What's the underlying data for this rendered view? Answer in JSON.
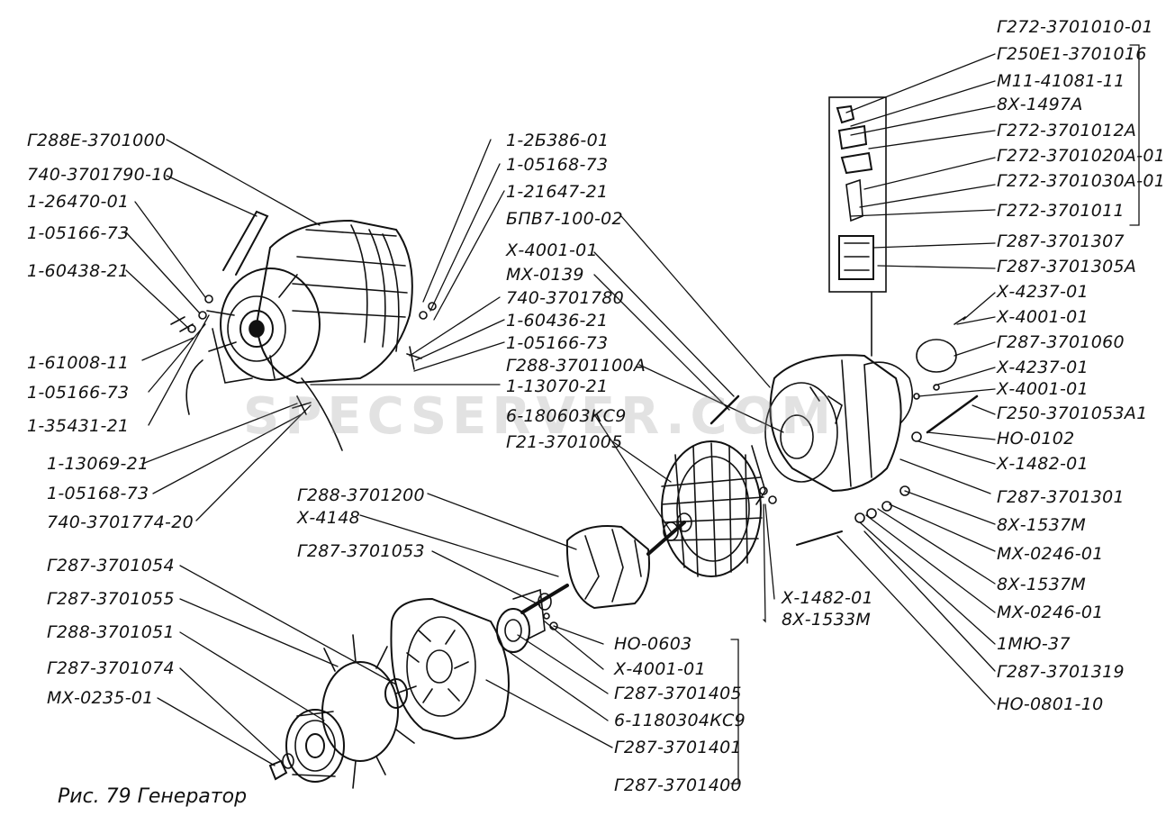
{
  "caption": "Рис. 79 Генератор",
  "watermark": "SPECSERVER.COM",
  "labels": {
    "l01": "Г288Е-3701000",
    "l02": "740-3701790-10",
    "l03": "1-26470-01",
    "l04": "1-05166-73",
    "l05": "1-60438-21",
    "l06": "1-61008-11",
    "l07": "1-05166-73",
    "l08": "1-35431-21",
    "l09": "1-13069-21",
    "l10": "1-05168-73",
    "l11": "740-3701774-20",
    "l12": "1-2Б386-01",
    "l13": "1-05168-73",
    "l14": "1-21647-21",
    "l15": "БПВ7-100-02",
    "l16": "Х-4001-01",
    "l17": "МХ-0139",
    "l18": "740-3701780",
    "l19": "1-60436-21",
    "l20": "1-05166-73",
    "l21": "Г288-3701100А",
    "l22": "1-13070-21",
    "l23": "6-180603КС9",
    "l24": "Г21-3701005",
    "l25": "Г288-3701200",
    "l26": "Х-4148",
    "l27": "Г287-3701053",
    "l28": "Г287-3701054",
    "l29": "Г287-3701055",
    "l30": "Г288-3701051",
    "l31": "Г287-3701074",
    "l32": "МХ-0235-01",
    "l33": "НО-0603",
    "l34": "Х-4001-01",
    "l35": "Г287-3701405",
    "l36": "6-1180304КС9",
    "l37": "Г287-3701401",
    "l38": "Г287-3701400",
    "l39": "Х-1482-01",
    "l40": "8Х-1533М",
    "l41": "Г272-3701010-01",
    "l42": "Г250Е1-3701016",
    "l43": "М11-41081-11",
    "l44": "8Х-1497А",
    "l45": "Г272-3701012А",
    "l46": "Г272-3701020А-01",
    "l47": "Г272-3701030А-01",
    "l48": "Г272-3701011",
    "l49": "Г287-3701307",
    "l50": "Г287-3701305А",
    "l51": "Х-4237-01",
    "l52": "Х-4001-01",
    "l53": "Г287-3701060",
    "l54": "Х-4237-01",
    "l55": "Х-4001-01",
    "l56": "Г250-3701053А1",
    "l57": "НО-0102",
    "l58": "Х-1482-01",
    "l59": "Г287-3701301",
    "l60": "8Х-1537М",
    "l61": "МХ-0246-01",
    "l62": "8Х-1537М",
    "l63": "МХ-0246-01",
    "l64": "1МЮ-37",
    "l65": "Г287-3701319",
    "l66": "НО-0801-10"
  }
}
